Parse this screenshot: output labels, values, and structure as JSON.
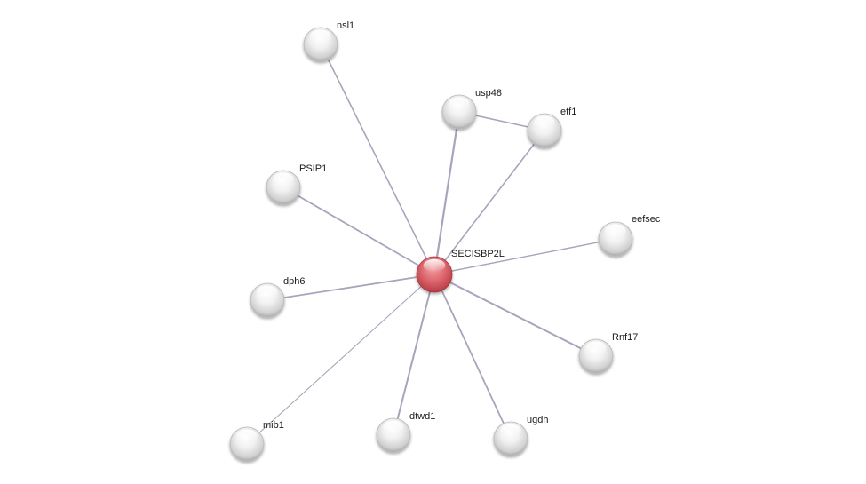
{
  "network": {
    "center": {
      "id": "SECISBP2L",
      "label": "SECISBP2L",
      "color": "#d9545e"
    },
    "neighbor_color": "#e6e6e6",
    "edge_color": "#a9a4bb",
    "nodes": [
      {
        "id": "nsl1",
        "label": "nsl1"
      },
      {
        "id": "usp48",
        "label": "usp48"
      },
      {
        "id": "etf1",
        "label": "etf1"
      },
      {
        "id": "PSIP1",
        "label": "PSIP1"
      },
      {
        "id": "eefsec",
        "label": "eefsec"
      },
      {
        "id": "dph6",
        "label": "dph6"
      },
      {
        "id": "Rnf17",
        "label": "Rnf17"
      },
      {
        "id": "mib1",
        "label": "mib1"
      },
      {
        "id": "dtwd1",
        "label": "dtwd1"
      },
      {
        "id": "ugdh",
        "label": "ugdh"
      }
    ],
    "edges": [
      {
        "source": "SECISBP2L",
        "target": "nsl1"
      },
      {
        "source": "SECISBP2L",
        "target": "usp48"
      },
      {
        "source": "SECISBP2L",
        "target": "etf1"
      },
      {
        "source": "usp48",
        "target": "etf1"
      },
      {
        "source": "SECISBP2L",
        "target": "PSIP1"
      },
      {
        "source": "SECISBP2L",
        "target": "eefsec"
      },
      {
        "source": "SECISBP2L",
        "target": "dph6"
      },
      {
        "source": "SECISBP2L",
        "target": "Rnf17"
      },
      {
        "source": "SECISBP2L",
        "target": "mib1"
      },
      {
        "source": "SECISBP2L",
        "target": "dtwd1"
      },
      {
        "source": "SECISBP2L",
        "target": "ugdh"
      }
    ]
  }
}
